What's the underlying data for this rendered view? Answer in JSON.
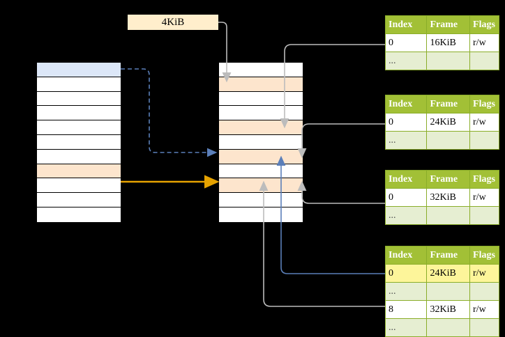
{
  "diagram": {
    "title": "page-table-walk-diagram",
    "page_size_tag": "4KiB",
    "colors": {
      "table_header_bg": "#a2c036",
      "table_alt_row_bg": "#e6eed2",
      "highlight_yellow": "#fdf59a",
      "cell_blue": "#dce7f8",
      "cell_peach": "#fde5cd",
      "arrow_blue": "#5b7fb9",
      "arrow_orange": "#e6a200",
      "arrow_gray": "#bcbcbc",
      "background": "#000000"
    }
  },
  "left_column": {
    "name": "virtual-address-space",
    "cells": [
      {
        "fill": "blue"
      },
      {
        "fill": "white"
      },
      {
        "fill": "white"
      },
      {
        "fill": "white"
      },
      {
        "fill": "white"
      },
      {
        "fill": "white"
      },
      {
        "fill": "white"
      },
      {
        "fill": "peach"
      },
      {
        "fill": "white"
      },
      {
        "fill": "white"
      },
      {
        "fill": "white"
      }
    ]
  },
  "middle_column": {
    "name": "physical-memory",
    "cells": [
      {
        "fill": "white"
      },
      {
        "fill": "peach"
      },
      {
        "fill": "white"
      },
      {
        "fill": "white"
      },
      {
        "fill": "peach"
      },
      {
        "fill": "white"
      },
      {
        "fill": "peach"
      },
      {
        "fill": "white"
      },
      {
        "fill": "peach"
      },
      {
        "fill": "white"
      },
      {
        "fill": "white"
      }
    ]
  },
  "page_tables": [
    {
      "name": "page-table-1",
      "headers": [
        "Index",
        "Frame",
        "Flags"
      ],
      "rows": [
        {
          "cells": [
            "0",
            "16KiB",
            "r/w"
          ],
          "style": "data",
          "highlight": []
        },
        {
          "cells": [
            "...",
            "",
            ""
          ],
          "style": "alt",
          "highlight": []
        }
      ]
    },
    {
      "name": "page-table-2",
      "headers": [
        "Index",
        "Frame",
        "Flags"
      ],
      "rows": [
        {
          "cells": [
            "0",
            "24KiB",
            "r/w"
          ],
          "style": "data",
          "highlight": []
        },
        {
          "cells": [
            "...",
            "",
            ""
          ],
          "style": "alt",
          "highlight": []
        }
      ]
    },
    {
      "name": "page-table-3",
      "headers": [
        "Index",
        "Frame",
        "Flags"
      ],
      "rows": [
        {
          "cells": [
            "0",
            "32KiB",
            "r/w"
          ],
          "style": "data",
          "highlight": []
        },
        {
          "cells": [
            "...",
            "",
            ""
          ],
          "style": "alt",
          "highlight": []
        }
      ]
    },
    {
      "name": "page-table-4",
      "headers": [
        "Index",
        "Frame",
        "Flags"
      ],
      "rows": [
        {
          "cells": [
            "0",
            "24KiB",
            "r/w"
          ],
          "style": "data",
          "highlight": [
            0,
            1,
            2
          ]
        },
        {
          "cells": [
            "...",
            "",
            ""
          ],
          "style": "alt",
          "highlight": []
        },
        {
          "cells": [
            "8",
            "32KiB",
            "r/w"
          ],
          "style": "data",
          "highlight": []
        },
        {
          "cells": [
            "...",
            "",
            ""
          ],
          "style": "alt",
          "highlight": []
        }
      ]
    }
  ]
}
